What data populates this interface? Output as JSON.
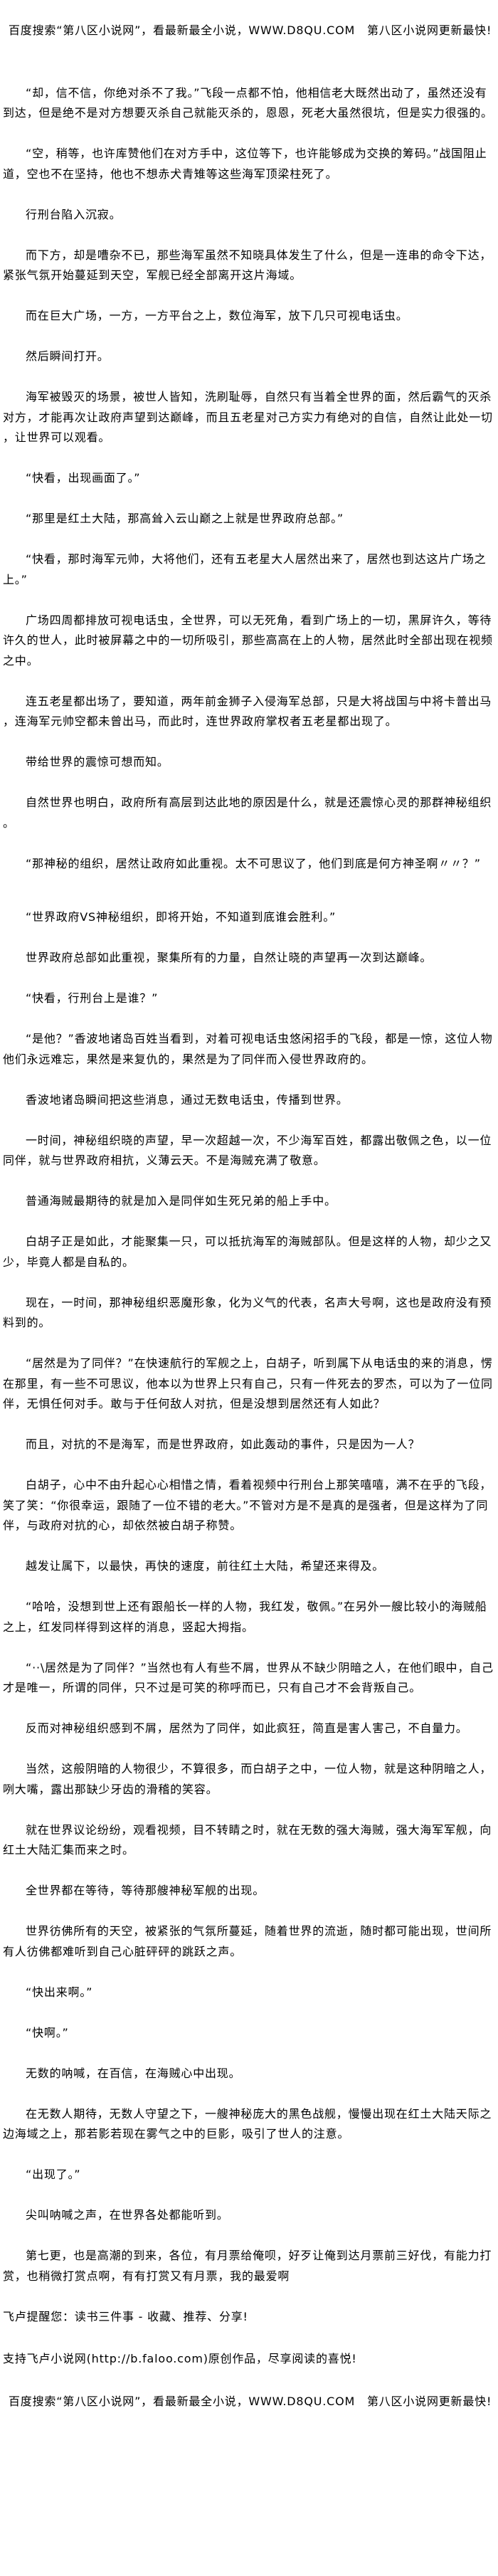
{
  "banner": {
    "text": "百度搜索“第八区小说网”，看最新最全小说，WWW.D8QU.COM　第八区小说网更新最快!"
  },
  "paragraphs": [
    "“却，信不信，你绝对杀不了我。”飞段一点都不怕，他相信老大既然出动了，虽然还没有到达，但是绝不是对方想要灭杀自己就能灭杀的，恩恩，死老大虽然很坑，但是实力很强的。",
    "“空，稍等，也许库赞他们在对方手中，这位等下，也许能够成为交换的筹码。”战国阻止道，空也不在坚持，他也不想赤犬青雉等这些海军顶梁柱死了。",
    "行刑台陷入沉寂。",
    "而下方，却是嘈杂不已，那些海军虽然不知晓具体发生了什么，但是一连串的命令下达，紧张气氛开始蔓延到天空，军舰已经全部离开这片海域。",
    "而在巨大广场，一方，一方平台之上，数位海军，放下几只可视电话虫。",
    "然后瞬间打开。",
    "海军被毁灭的场景，被世人皆知，洗刷耻辱，自然只有当着全世界的面，然后霸气的灭杀对方，才能再次让政府声望到达巅峰，而且五老星对己方实力有绝对的自信，自然让此处一切，让世界可以观看。",
    "“快看，出现画面了。”",
    "“那里是红土大陆，那高耸入云山巅之上就是世界政府总部。”",
    "“快看，那时海军元帅，大将他们，还有五老星大人居然出来了，居然也到达这片广场之上。”",
    "广场四周都排放可视电话虫，全世界，可以无死角，看到广场上的一切，黑屏许久，等待许久的世人，此时被屏幕之中的一切所吸引，那些高高在上的人物，居然此时全部出现在视频之中。",
    "连五老星都出场了，要知道，两年前金狮子入侵海军总部，只是大将战国与中将卡普出马，连海军元帅空都未曾出马，而此时，连世界政府掌权者五老星都出现了。",
    "带给世界的震惊可想而知。",
    "自然世界也明白，政府所有高层到达此地的原因是什么，就是还震惊心灵的那群神秘组织。",
    "“那神秘的组织，居然让政府如此重视。太不可思议了，他们到底是何方神圣啊〃〃？”",
    "“世界政府VS神秘组织，即将开始，不知道到底谁会胜利。”",
    "世界政府总部如此重视，聚集所有的力量，自然让晓的声望再一次到达巅峰。",
    "“快看，行刑台上是谁？”",
    "“是他？”香波地诸岛百姓当看到，对着可视电话虫悠闲招手的飞段，都是一惊，这位人物他们永远难忘，果然是来复仇的，果然是为了同伴而入侵世界政府的。",
    "香波地诸岛瞬间把这些消息，通过无数电话虫，传播到世界。",
    "一时间，神秘组织晓的声望，早一次超越一次，不少海军百姓，都露出敬佩之色，以一位同伴，就与世界政府相抗，义薄云天。不是海贼充满了敬意。",
    "普通海贼最期待的就是加入是同伴如生死兄弟的船上手中。",
    "白胡子正是如此，才能聚集一只，可以抵抗海军的海贼部队。但是这样的人物，却少之又少，毕竟人都是自私的。",
    "现在，一时间，那神秘组织恶魔形象，化为义气的代表，名声大号啊，这也是政府没有预料到的。",
    "“居然是为了同伴？”在快速航行的军舰之上，白胡子，听到属下从电话虫的来的消息，愣在那里，有一些不可思议，他本以为世界上只有自己，只有一件死去的罗杰，可以为了一位同伴，无惧任何对手。敢与于任何敌人对抗，但是没想到居然还有人如此？",
    "而且，对抗的不是海军，而是世界政府，如此轰动的事件，只是因为一人？",
    "白胡子，心中不由升起心心相惜之情，看着视频中行刑台上那笑嘻嘻，满不在乎的飞段，笑了笑：“你很幸运，跟随了一位不错的老大。”不管对方是不是真的是强者，但是这样为了同伴，与政府对抗的心，却依然被白胡子称赞。",
    "越发让属下，以最快，再快的速度，前往红土大陆，希望还来得及。",
    "“哈哈，没想到世上还有跟船长一样的人物，我红发，敬佩。”在另外一艘比较小的海贼船之上，红发同样得到这样的消息，竖起大拇指。",
    "“··\\居然是为了同伴？”当然也有人有些不屑，世界从不缺少阴暗之人，在他们眼中，自己才是唯一，所谓的同伴，只不过是可笑的称呼而已，只有自己才不会背叛自己。",
    "反而对神秘组织感到不屑，居然为了同伴，如此疯狂，简直是害人害己，不自量力。",
    "当然，这般阴暗的人物很少，不算很多，而白胡子之中，一位人物，就是这种阴暗之人，咧大嘴，露出那缺少牙齿的滑稽的笑容。",
    "就在世界议论纷纷，观看视频，目不转睛之时，就在无数的强大海贼，强大海军军舰，向红土大陆汇集而来之时。",
    "全世界都在等待，等待那艘神秘军舰的出现。",
    "世界彷佛所有的天空，被紧张的气氛所蔓延，随着世界的流逝，随时都可能出现，世间所有人彷佛都难听到自己心脏砰砰的跳跃之声。",
    "“快出来啊。”",
    "“快啊。”",
    "无数的呐喊，在百信，在海贼心中出现。",
    "在无数人期待，无数人守望之下，一艘神秘庞大的黑色战舰，慢慢出现在红土大陆天际之边海域之上，那若影若现在雾气之中的巨影，吸引了世人的注意。",
    "“出现了。”",
    "尖叫呐喊之声，在世界各处都能听到。",
    "第七更，也是高潮的到来，各位，有月票给俺呗，好歹让俺到达月票前三好伐，有能力打赏，也稍微打赏点啊，有有打赏又有月票，我的最爱啊"
  ],
  "footer": {
    "reminder": "飞卢提醒您：读书三件事 - 收藏、推荐、分享!",
    "support": "支持飞卢小说网(http://b.faloo.com)原创作品，尽享阅读的喜悦!",
    "banner": "百度搜索“第八区小说网”，看最新最全小说，WWW.D8QU.COM　第八区小说网更新最快!"
  }
}
